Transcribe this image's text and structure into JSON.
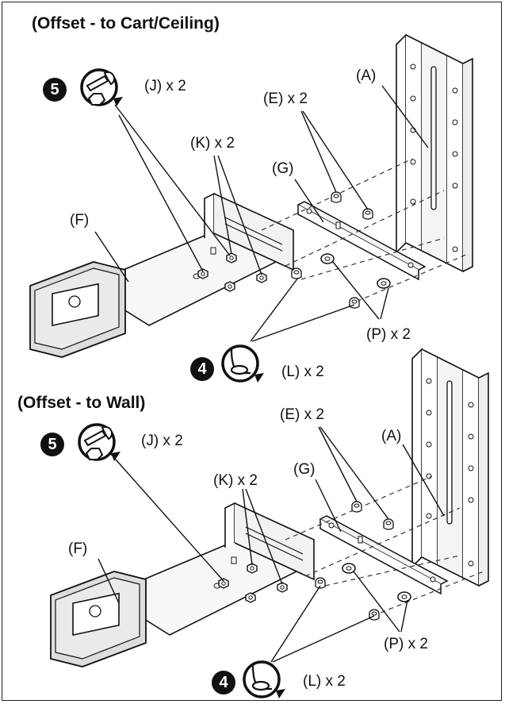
{
  "sections": [
    {
      "title": "(Offset - to Cart/Ceiling)",
      "step_top": "5",
      "step_bottom": "4",
      "labels": {
        "J": "(J) x 2",
        "A": "(A)",
        "E": "(E) x 2",
        "K": "(K) x 2",
        "G": "(G)",
        "F": "(F)",
        "P": "(P) x 2",
        "L": "(L) x 2"
      }
    },
    {
      "title": "(Offset - to Wall)",
      "step_top": "5",
      "step_bottom": "4",
      "labels": {
        "J": "(J) x 2",
        "E": "(E) x 2",
        "A": "(A)",
        "K": "(K) x 2",
        "G": "(G)",
        "F": "(F)",
        "P": "(P) x 2",
        "L": "(L) x 2"
      }
    }
  ],
  "icons": {
    "wrench": "wrench-tighten-icon",
    "screwdriver": "screwdriver-tighten-icon"
  }
}
